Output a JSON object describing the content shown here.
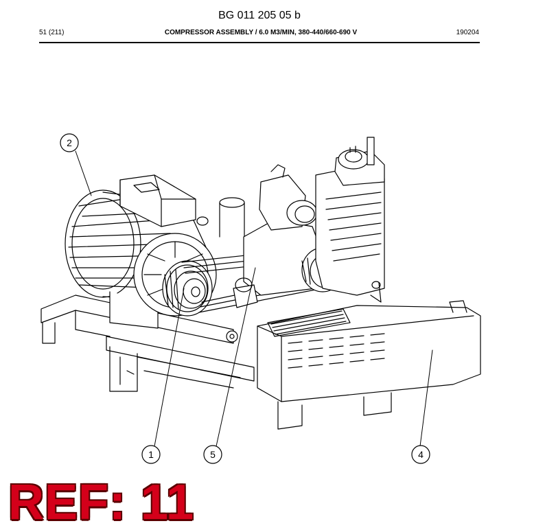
{
  "header": {
    "doc_id": "BG 011 205 05 b",
    "page": "51 (211)",
    "title": "COMPRESSOR ASSEMBLY / 6.0 M3/MIN, 380-440/660-690 V",
    "date": "190204"
  },
  "callouts": [
    {
      "id": "1",
      "label": "1"
    },
    {
      "id": "2",
      "label": "2"
    },
    {
      "id": "4",
      "label": "4"
    },
    {
      "id": "5",
      "label": "5"
    }
  ],
  "stamp": {
    "text": "REF: 11",
    "color": "#d4001a"
  }
}
